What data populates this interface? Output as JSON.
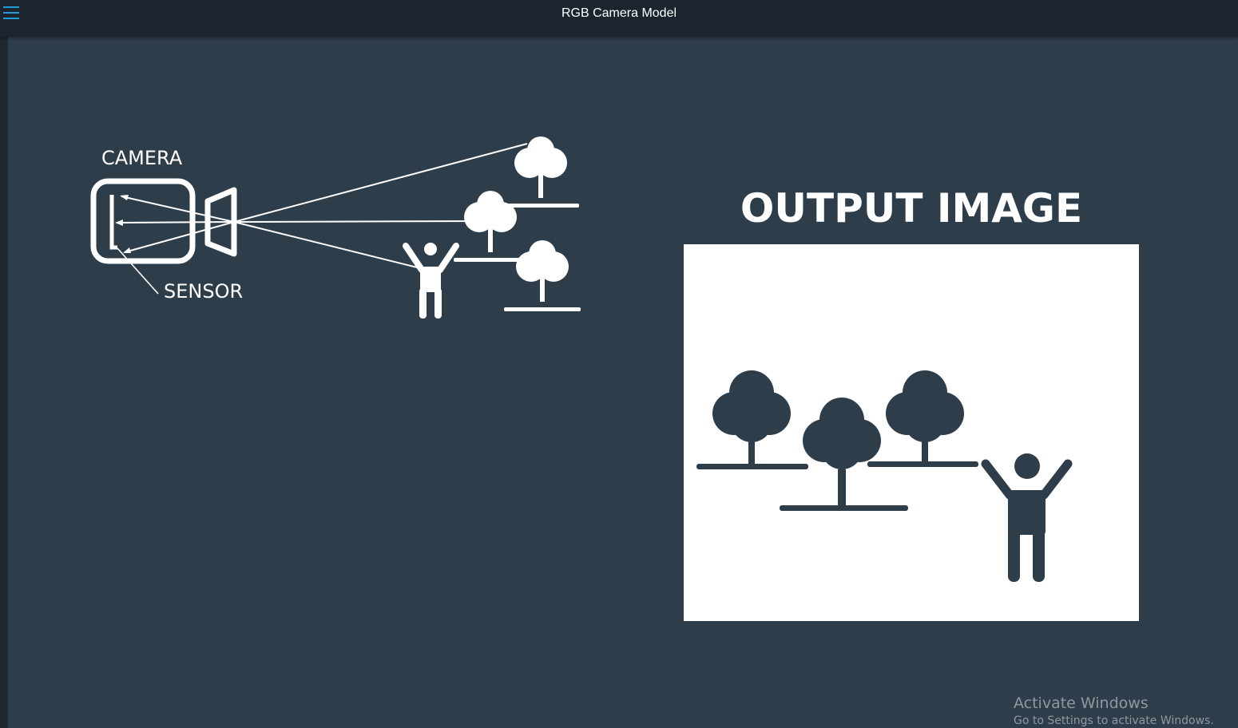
{
  "window": {
    "title": "RGB Camera Model"
  },
  "toolbar": {
    "menu_icon": "hamburger-menu-icon",
    "menu_icon_color": "#1e9bd7"
  },
  "diagram": {
    "camera_label": "CAMERA",
    "sensor_label": "SENSOR",
    "output_title": "OUTPUT IMAGE",
    "icons": [
      "camera-icon",
      "sensor-icon",
      "tree-icon",
      "person-icon"
    ]
  },
  "watermark": {
    "title": "Activate Windows",
    "subtitle": "Go to Settings to activate Windows."
  },
  "colors": {
    "background": "#2e3d4a",
    "topbar": "#1c252e",
    "foreground": "#ffffff"
  }
}
